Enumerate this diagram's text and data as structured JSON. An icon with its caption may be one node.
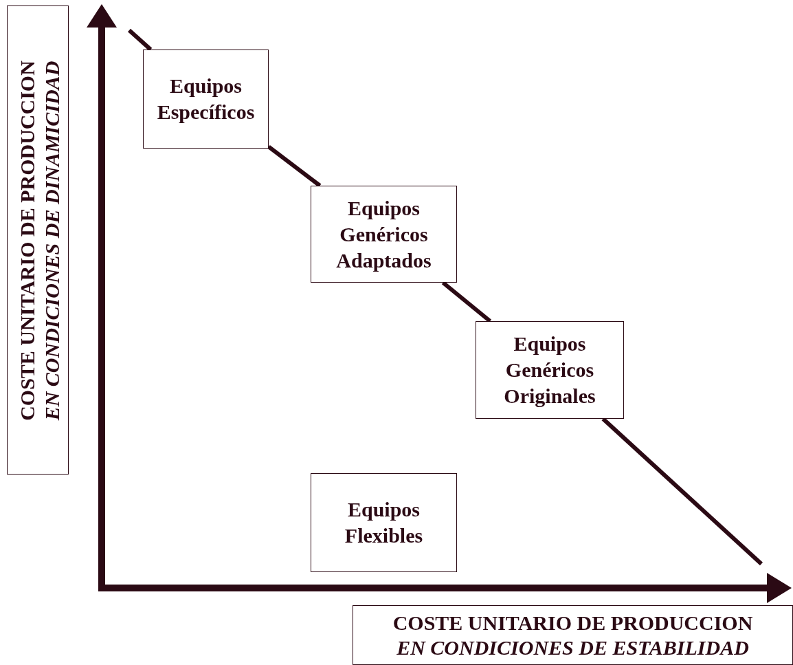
{
  "diagram": {
    "nodes": [
      {
        "text": [
          "Equipos Específicos"
        ]
      },
      {
        "text": [
          "Equipos Genéricos Adaptados"
        ]
      },
      {
        "text": [
          "Equipos Genéricos Originales"
        ]
      },
      {
        "text": [
          "Equipos Flexibles"
        ]
      },
      {
        "text": [
          "COSTE UNITARIO DE PRODUCCION",
          "EN CONDICIONES DE DINAMICIDAD"
        ]
      },
      {
        "text": [
          "COSTE UNITARIO DE PRODUCCION",
          "EN CONDICIONES DE ESTABILIDAD"
        ]
      }
    ],
    "edges": [
      {
        "from": null,
        "to": 0,
        "arrow": "none"
      },
      {
        "from": 0,
        "to": 1,
        "arrow": "none"
      },
      {
        "from": 1,
        "to": 2,
        "arrow": "none"
      },
      {
        "from": 2,
        "to": null,
        "arrow": "none"
      }
    ]
  }
}
